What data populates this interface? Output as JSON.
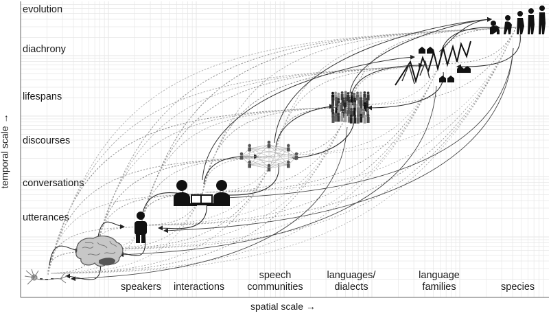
{
  "temporal_levels": [
    "evolution",
    "diachrony",
    "lifespans",
    "discourses",
    "conversations",
    "utterances"
  ],
  "spatial_levels": {
    "speakers": "speakers",
    "interactions": "interactions",
    "communities_l1": "speech",
    "communities_l2": "communities",
    "languages_l1": "languages/",
    "languages_l2": "dialects",
    "families_l1": "language",
    "families_l2": "families",
    "species": "species"
  },
  "axes": {
    "y_title": "temporal scale →",
    "x_title": "spatial scale →",
    "scale": "log"
  },
  "icons": [
    "neuron-icon",
    "brain-icon",
    "person-icon",
    "conversation-pair-icon",
    "social-network-icon",
    "crowd-icon",
    "family-tree-icon",
    "evolution-icon"
  ],
  "colors": {
    "axis": "#666666",
    "grid": "#e3e3e3",
    "solid_link": "#2a2a2a",
    "dashed_link": "#9a9a9a",
    "icon": "#111111"
  }
}
